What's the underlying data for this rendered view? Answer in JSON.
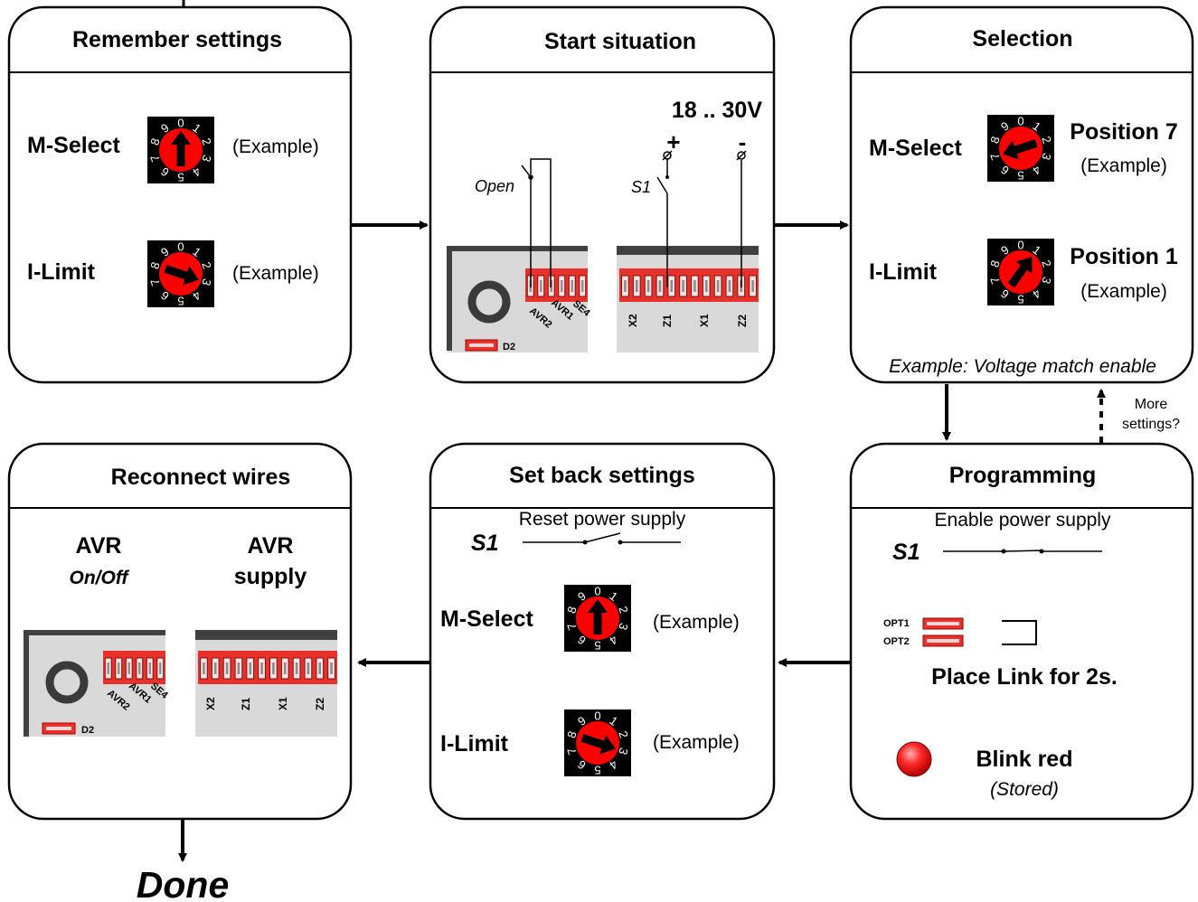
{
  "boxes": {
    "remember": {
      "title": "Remember settings",
      "row1_label": "M-Select",
      "row1_note": "(Example)",
      "row2_label": "I-Limit",
      "row2_note": "(Example)"
    },
    "start": {
      "title": "Start situation",
      "voltage": "18 .. 30V",
      "plus": "+",
      "minus": "-",
      "open_label": "Open",
      "s1_label": "S1",
      "left_pins": [
        "AVR2",
        "AVR1",
        "SE4"
      ],
      "d2": "D2",
      "right_pins": [
        "X2",
        "Z1",
        "X1",
        "Z2"
      ]
    },
    "selection": {
      "title": "Selection",
      "row1_label": "M-Select",
      "row1_pos": "Position 7",
      "row1_note": "(Example)",
      "row2_label": "I-Limit",
      "row2_pos": "Position 1",
      "row2_note": "(Example)",
      "footer": "Example: Voltage match enable"
    },
    "more_settings": [
      "More",
      "settings?"
    ],
    "programming": {
      "title": "Programming",
      "enable": "Enable power supply",
      "s1_label": "S1",
      "opt1": "OPT1",
      "opt2": "OPT2",
      "place_link": "Place Link for 2s.",
      "blink": "Blink red",
      "stored": "(Stored)"
    },
    "setback": {
      "title": "Set back settings",
      "reset": "Reset power supply",
      "s1_label": "S1",
      "row1_label": "M-Select",
      "row1_note": "(Example)",
      "row2_label": "I-Limit",
      "row2_note": "(Example)"
    },
    "reconnect": {
      "title": "Reconnect wires",
      "avr_title": "AVR",
      "avr_sub": "On/Off",
      "supply_title1": "AVR",
      "supply_title2": "supply",
      "left_pins": [
        "AVR2",
        "AVR1",
        "SE4"
      ],
      "d2": "D2",
      "right_pins": [
        "X2",
        "Z1",
        "X1",
        "Z2"
      ]
    }
  },
  "done": "Done",
  "dial_digits": [
    "0",
    "1",
    "2",
    "3",
    "4",
    "5",
    "6",
    "7",
    "8",
    "9"
  ],
  "dials": {
    "remember_m": 0,
    "remember_i": 3,
    "selection_m": 7,
    "selection_i": 1,
    "setback_m": 0,
    "setback_i": 3
  },
  "colors": {
    "dial_red": "#ff0000",
    "connector_red": "#e8312a",
    "panel_gray": "#d9d9d9",
    "led_red": "#e60000"
  }
}
